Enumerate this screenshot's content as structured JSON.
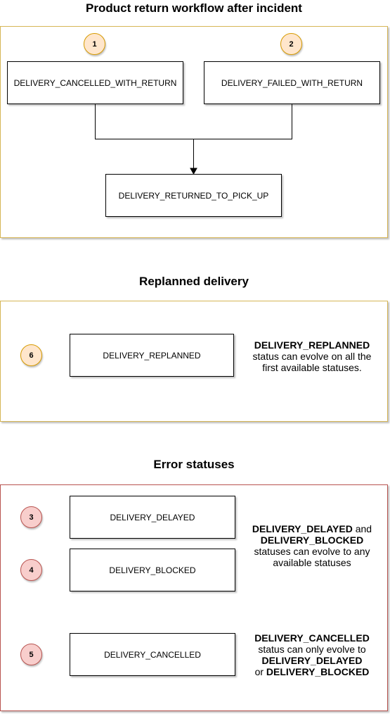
{
  "sections": {
    "return": {
      "title": "Product return workflow after incident",
      "badge1": "1",
      "badge2": "2",
      "box_cancelled_with_return": "DELIVERY_CANCELLED_WITH_RETURN",
      "box_failed_with_return": "DELIVERY_FAILED_WITH_RETURN",
      "box_returned_to_pickup": "DELIVERY_RETURNED_TO_PICK_UP"
    },
    "replanned": {
      "title": "Replanned delivery",
      "badge6": "6",
      "box_replanned": "DELIVERY_REPLANNED",
      "note_bold": "DELIVERY_REPLANNED",
      "note_line2": "status can evolve on all the",
      "note_line3": "first available statuses."
    },
    "errors": {
      "title": "Error statuses",
      "badge3": "3",
      "badge4": "4",
      "badge5": "5",
      "box_delayed": "DELIVERY_DELAYED",
      "box_blocked": "DELIVERY_BLOCKED",
      "box_cancelled": "DELIVERY_CANCELLED",
      "note1_bold1": "DELIVERY_DELAYED",
      "note1_and": " and",
      "note1_bold2": "DELIVERY_BLOCKED",
      "note1_line3": "statuses can evolve to any",
      "note1_line4": "available statuses",
      "note2_bold1": "DELIVERY_CANCELLED",
      "note2_line2": "status can only evolve to",
      "note2_bold2": "DELIVERY_DELAYED",
      "note2_or": "or ",
      "note2_bold3": "DELIVERY_BLOCKED"
    }
  },
  "colors": {
    "yellow_border": "#d6b656",
    "red_border": "#b85450",
    "badge_yellow_fill": "#ffe6cc",
    "badge_red_fill": "#f8cecc"
  }
}
